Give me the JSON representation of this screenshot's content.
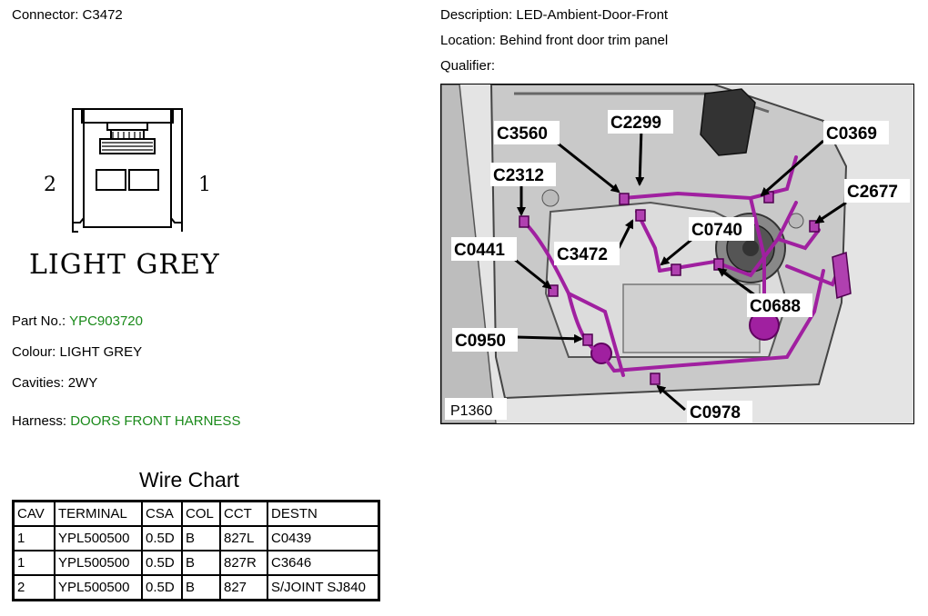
{
  "connector": {
    "label": "Connector:",
    "value": "C3472",
    "pin_left": "2",
    "pin_right": "1",
    "colour_caption": "LIGHT GREY"
  },
  "description": {
    "label": "Description:",
    "value": "LED-Ambient-Door-Front"
  },
  "location": {
    "label": "Location:",
    "value": "Behind front door trim panel"
  },
  "qualifier": {
    "label": "Qualifier:",
    "value": ""
  },
  "part_no": {
    "label": "Part No.:",
    "value": "YPC903720"
  },
  "colour": {
    "label": "Colour:",
    "value": "LIGHT GREY"
  },
  "cavities": {
    "label": "Cavities:",
    "value": "2WY"
  },
  "harness": {
    "label": "Harness:",
    "value": "DOORS FRONT HARNESS"
  },
  "photo": {
    "ref": "P1360",
    "callouts": [
      "C3560",
      "C2299",
      "C0369",
      "C2312",
      "C2677",
      "C0740",
      "C0441",
      "C3472",
      "C0688",
      "C0950",
      "C0978"
    ]
  },
  "wire_chart": {
    "title": "Wire Chart",
    "headers": [
      "CAV",
      "TERMINAL",
      "CSA",
      "COL",
      "CCT",
      "DESTN"
    ],
    "rows": [
      [
        "1",
        "YPL500500",
        "0.5D",
        "B",
        "827L",
        "C0439"
      ],
      [
        "1",
        "YPL500500",
        "0.5D",
        "B",
        "827R",
        "C3646"
      ],
      [
        "2",
        "YPL500500",
        "0.5D",
        "B",
        "827",
        "S/JOINT SJ840"
      ]
    ]
  },
  "colors": {
    "link_green": "#1a8a1a",
    "harness_purple": "#a020a0"
  }
}
